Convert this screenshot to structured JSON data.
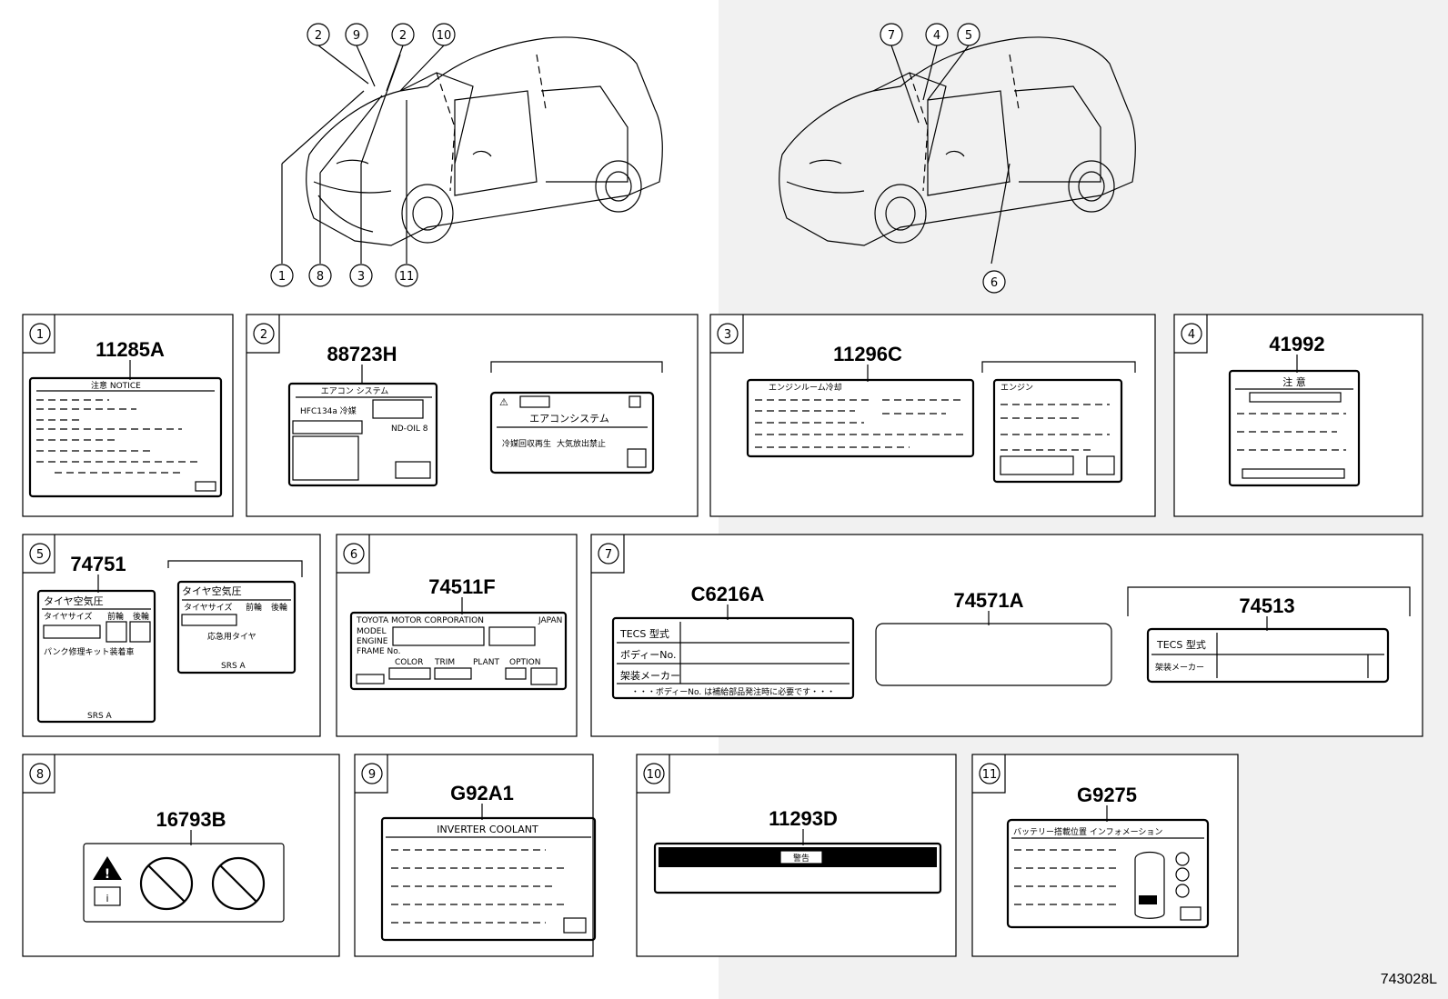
{
  "diagram_code": "743028L",
  "panels": [
    {
      "num": "1",
      "part": "11285A",
      "texts": [
        "注意 NOTICE"
      ]
    },
    {
      "num": "2",
      "part": "88723H",
      "texts": [
        "エアコン システム",
        "HFC134a 冷媒",
        "ND-OIL 8",
        "エアコンシステム",
        "冷媒回収再生",
        "大気放出禁止"
      ]
    },
    {
      "num": "3",
      "part": "11296C",
      "texts": [
        "エンジンルーム冷却",
        "エンジン"
      ]
    },
    {
      "num": "4",
      "part": "41992",
      "texts": [
        "注 意"
      ]
    },
    {
      "num": "5",
      "part": "74751",
      "texts": [
        "タイヤ空気圧",
        "タイヤサイズ",
        "前輪",
        "後輪",
        "パンク修理キット装着車",
        "SRS A",
        "タイヤ空気圧",
        "タイヤサイズ",
        "前輪",
        "後輪",
        "応急用タイヤ",
        "SRS A"
      ]
    },
    {
      "num": "6",
      "part": "74511F",
      "texts": [
        "TOYOTA MOTOR CORPORATION",
        "JAPAN",
        "MODEL",
        "ENGINE",
        "FRAME No.",
        "COLOR",
        "TRIM",
        "PLANT",
        "OPTION"
      ]
    },
    {
      "num": "7",
      "parts": [
        "C6216A",
        "74571A",
        "74513"
      ],
      "texts": [
        "TECS 型式",
        "ボディーNo.",
        "架装メーカー",
        "・・・ボディーNo. は補給部品発注時に必要です・・・",
        "TECS 型式",
        "架装メーカー"
      ]
    },
    {
      "num": "8",
      "part": "16793B",
      "texts": []
    },
    {
      "num": "9",
      "part": "G92A1",
      "texts": [
        "INVERTER COOLANT"
      ]
    },
    {
      "num": "10",
      "part": "11293D",
      "texts": [
        "警告"
      ]
    },
    {
      "num": "11",
      "part": "G9275",
      "texts": [
        "バッテリー搭載位置 インフォメーション"
      ]
    }
  ],
  "car_left_callouts": [
    "2",
    "9",
    "2",
    "10",
    "1",
    "8",
    "3",
    "11"
  ],
  "car_right_callouts": [
    "7",
    "4",
    "5",
    "6"
  ]
}
